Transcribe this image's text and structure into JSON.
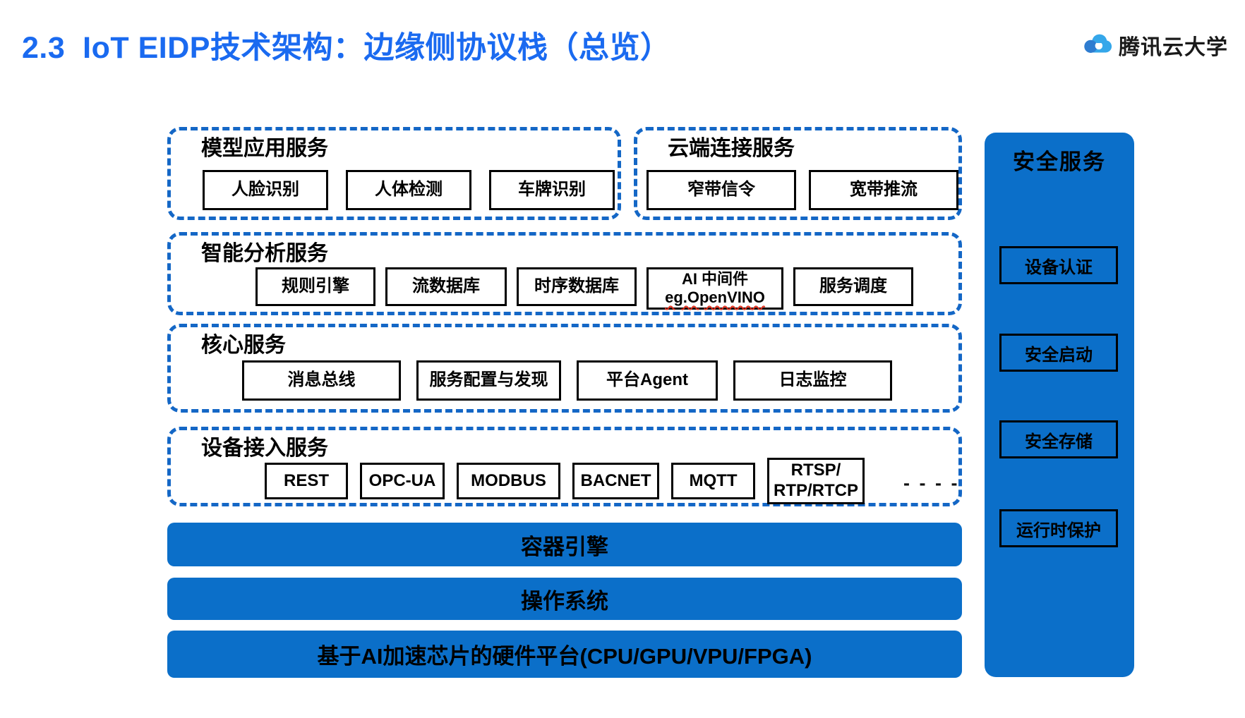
{
  "title": "2.3  IoT EIDP技术架构：边缘侧协议栈（总览）",
  "logo": {
    "brand": "腾讯云大学",
    "icon": "tencent-cloud-icon"
  },
  "colors": {
    "accent_blue": "#0B6FC9",
    "dash_blue": "#1467C6",
    "title_blue": "#1A6AF0",
    "underline_red": "#E0301E"
  },
  "groups": [
    {
      "title": "模型应用服务",
      "items": [
        {
          "label": "人脸识别"
        },
        {
          "label": "人体检测"
        },
        {
          "label": "车牌识别"
        }
      ]
    },
    {
      "title": "云端连接服务",
      "items": [
        {
          "label": "窄带信令"
        },
        {
          "label": "宽带推流"
        }
      ]
    },
    {
      "title": "智能分析服务",
      "items": [
        {
          "label": "规则引擎"
        },
        {
          "label": "流数据库"
        },
        {
          "label": "时序数据库"
        },
        {
          "label": "AI 中间件",
          "label2": "eg.OpenVINO"
        },
        {
          "label": "服务调度"
        }
      ]
    },
    {
      "title": "核心服务",
      "items": [
        {
          "label": "消息总线"
        },
        {
          "label": "服务配置与发现"
        },
        {
          "label": "平台Agent"
        },
        {
          "label": "日志监控"
        }
      ]
    },
    {
      "title": "设备接入服务",
      "items": [
        {
          "label": "REST"
        },
        {
          "label": "OPC-UA"
        },
        {
          "label": "MODBUS"
        },
        {
          "label": "BACNET"
        },
        {
          "label": "MQTT"
        },
        {
          "label": "RTSP/",
          "label2": "RTP/RTCP"
        }
      ],
      "more": "- - - -"
    }
  ],
  "layers": [
    {
      "label": "容器引擎"
    },
    {
      "label": "操作系统"
    },
    {
      "label": "基于AI加速芯片的硬件平台(CPU/GPU/VPU/FPGA)"
    }
  ],
  "security": {
    "title": "安全服务",
    "items": [
      {
        "label": "设备认证"
      },
      {
        "label": "安全启动"
      },
      {
        "label": "安全存储"
      },
      {
        "label": "运行时保护"
      }
    ]
  }
}
